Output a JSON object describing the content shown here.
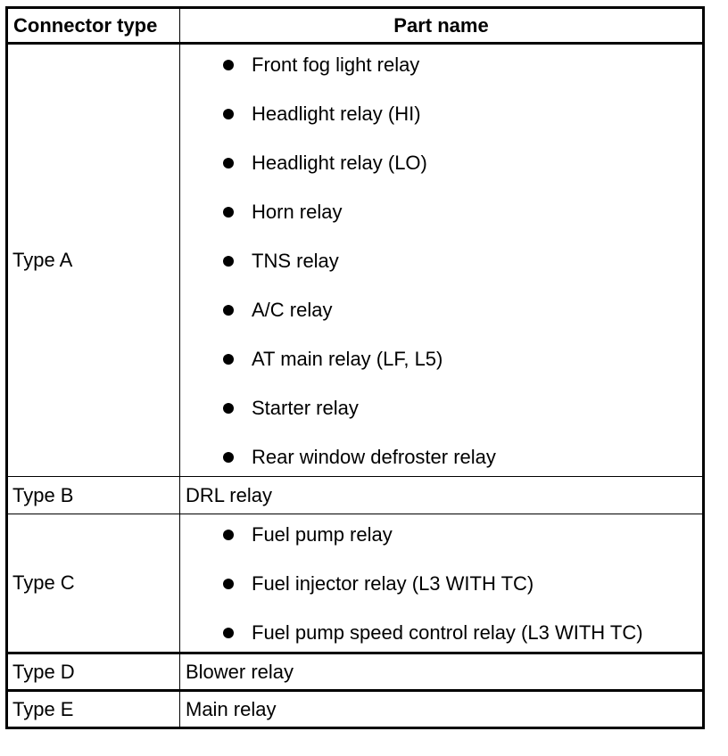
{
  "table": {
    "headers": {
      "connector_type": "Connector type",
      "part_name": "Part name"
    },
    "rows": [
      {
        "type": "Type A",
        "parts": [
          "Front fog light relay",
          "Headlight relay (HI)",
          "Headlight relay (LO)",
          "Horn relay",
          "TNS relay",
          "A/C relay",
          "AT main relay (LF, L5)",
          "Starter relay",
          "Rear window defroster relay"
        ]
      },
      {
        "type": "Type B",
        "part": "DRL relay"
      },
      {
        "type": "Type C",
        "parts": [
          "Fuel pump relay",
          "Fuel injector relay (L3 WITH TC)",
          "Fuel pump speed control relay (L3 WITH TC)"
        ]
      },
      {
        "type": "Type D",
        "part": "Blower relay"
      },
      {
        "type": "Type E",
        "part": "Main relay"
      }
    ]
  }
}
